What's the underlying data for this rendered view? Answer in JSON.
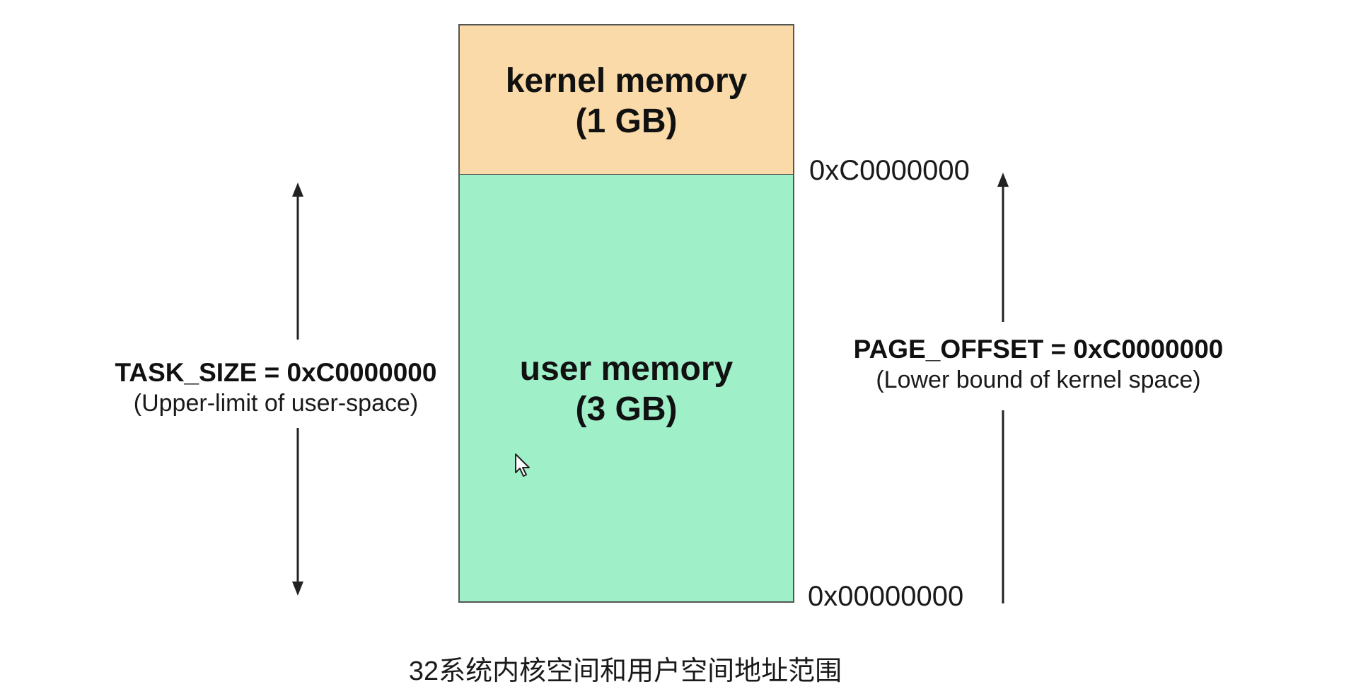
{
  "diagram": {
    "kernel_block": {
      "title": "kernel memory",
      "size": "(1 GB)",
      "color": "#F9DAA8"
    },
    "user_block": {
      "title": "user memory",
      "size": "(3 GB)",
      "color": "#9FEFC8"
    },
    "addresses": {
      "top": "0xC0000000",
      "bottom": "0x00000000"
    },
    "task_size": {
      "main": "TASK_SIZE = 0xC0000000",
      "sub": "(Upper-limit of user-space)"
    },
    "page_offset": {
      "main": "PAGE_OFFSET = 0xC0000000",
      "sub": "(Lower bound of kernel space)"
    },
    "caption": "32系统内核空间和用户空间地址范围",
    "line_color": "#222222"
  }
}
